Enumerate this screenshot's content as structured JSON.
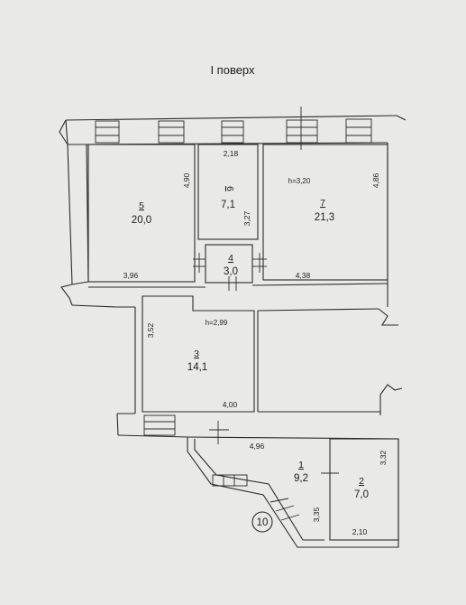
{
  "title": "І поверх",
  "stair_marker": "10",
  "rooms": [
    {
      "id": "r5",
      "number": "5",
      "area": "20,0"
    },
    {
      "id": "r6",
      "number": "6",
      "area": "7,1"
    },
    {
      "id": "r7",
      "number": "7",
      "area": "21,3"
    },
    {
      "id": "r4",
      "number": "4",
      "area": "3,0"
    },
    {
      "id": "r3",
      "number": "3",
      "area": "14,1"
    },
    {
      "id": "r1",
      "number": "1",
      "area": "9,2"
    },
    {
      "id": "r2",
      "number": "2",
      "area": "7,0"
    }
  ],
  "dimensions": [
    "4,90",
    "3,96",
    "2,18",
    "3,27",
    "h=3,20",
    "4,86",
    "4,38",
    "3,52",
    "h=2,99",
    "4,00",
    "4,96",
    "3,32",
    "3,35",
    "2,10"
  ]
}
